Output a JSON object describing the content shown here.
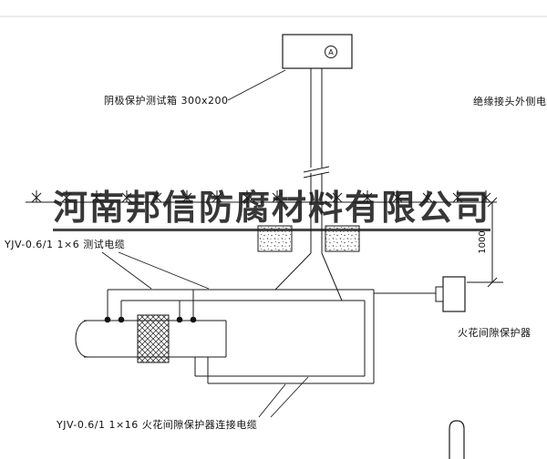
{
  "diagram": {
    "watermark": "河南邦信防腐材料有限公司",
    "ammeter_symbol": "A",
    "dimension_depth": "1000",
    "labels": {
      "test_box": "阴极保护测试箱 300x200",
      "insulated_joint_cable": "绝缘接头外侧电缆",
      "test_cable": "YJV-0.6/1 1×6  测试电缆",
      "spark_gap_protector": "火花间隙保护器",
      "connection_cable": "YJV-0.6/1 1×16  火花间隙保护器连接电缆"
    },
    "colors": {
      "line": "#1a1a1a",
      "watermark": "#262626"
    }
  }
}
